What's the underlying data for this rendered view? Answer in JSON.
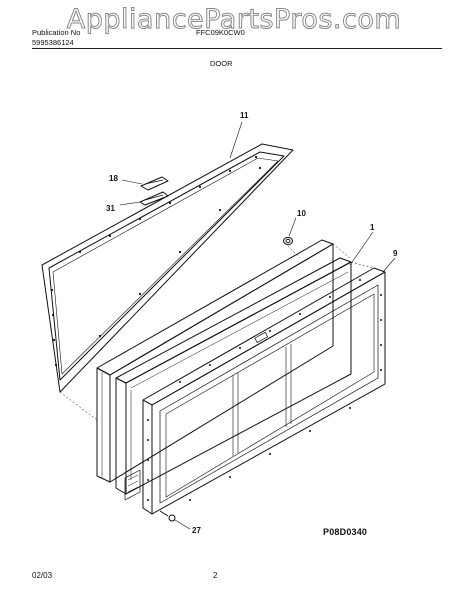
{
  "watermark": "AppliancePartsPros.com",
  "header": {
    "publication_label": "Publication No",
    "publication_number": "5995386124",
    "model": "FFC09K0CW0",
    "section": "DOOR"
  },
  "callouts": {
    "lid_frame": "11",
    "handle": "18",
    "handle_base": "31",
    "plug": "10",
    "door_liner": "1",
    "gasket": "9",
    "screw": "27"
  },
  "diagram_code": "P08D0340",
  "footer": {
    "date": "02/03",
    "page": "2"
  }
}
